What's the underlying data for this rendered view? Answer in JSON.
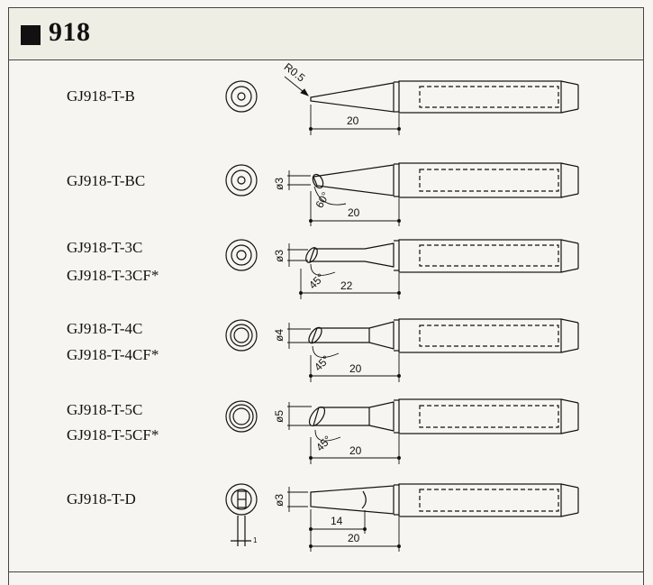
{
  "header": {
    "title": "918"
  },
  "tips": [
    {
      "models": [
        "GJ918-T-B"
      ],
      "labels": {
        "radius": "R0.5",
        "length": "20"
      }
    },
    {
      "models": [
        "GJ918-T-BC"
      ],
      "labels": {
        "diameter": "ø3",
        "angle": "60°",
        "length": "20"
      }
    },
    {
      "models": [
        "GJ918-T-3C",
        "GJ918-T-3CF*"
      ],
      "labels": {
        "diameter": "ø3",
        "angle": "45°",
        "length": "22"
      }
    },
    {
      "models": [
        "GJ918-T-4C",
        "GJ918-T-4CF*"
      ],
      "labels": {
        "diameter": "ø4",
        "angle": "45°",
        "length": "20"
      }
    },
    {
      "models": [
        "GJ918-T-5C",
        "GJ918-T-5CF*"
      ],
      "labels": {
        "diameter": "ø5",
        "angle": "45°",
        "length": "20"
      }
    },
    {
      "models": [
        "GJ918-T-D"
      ],
      "labels": {
        "diameter": "ø3",
        "inner_length": "14",
        "length": "20",
        "width": "1"
      }
    }
  ]
}
